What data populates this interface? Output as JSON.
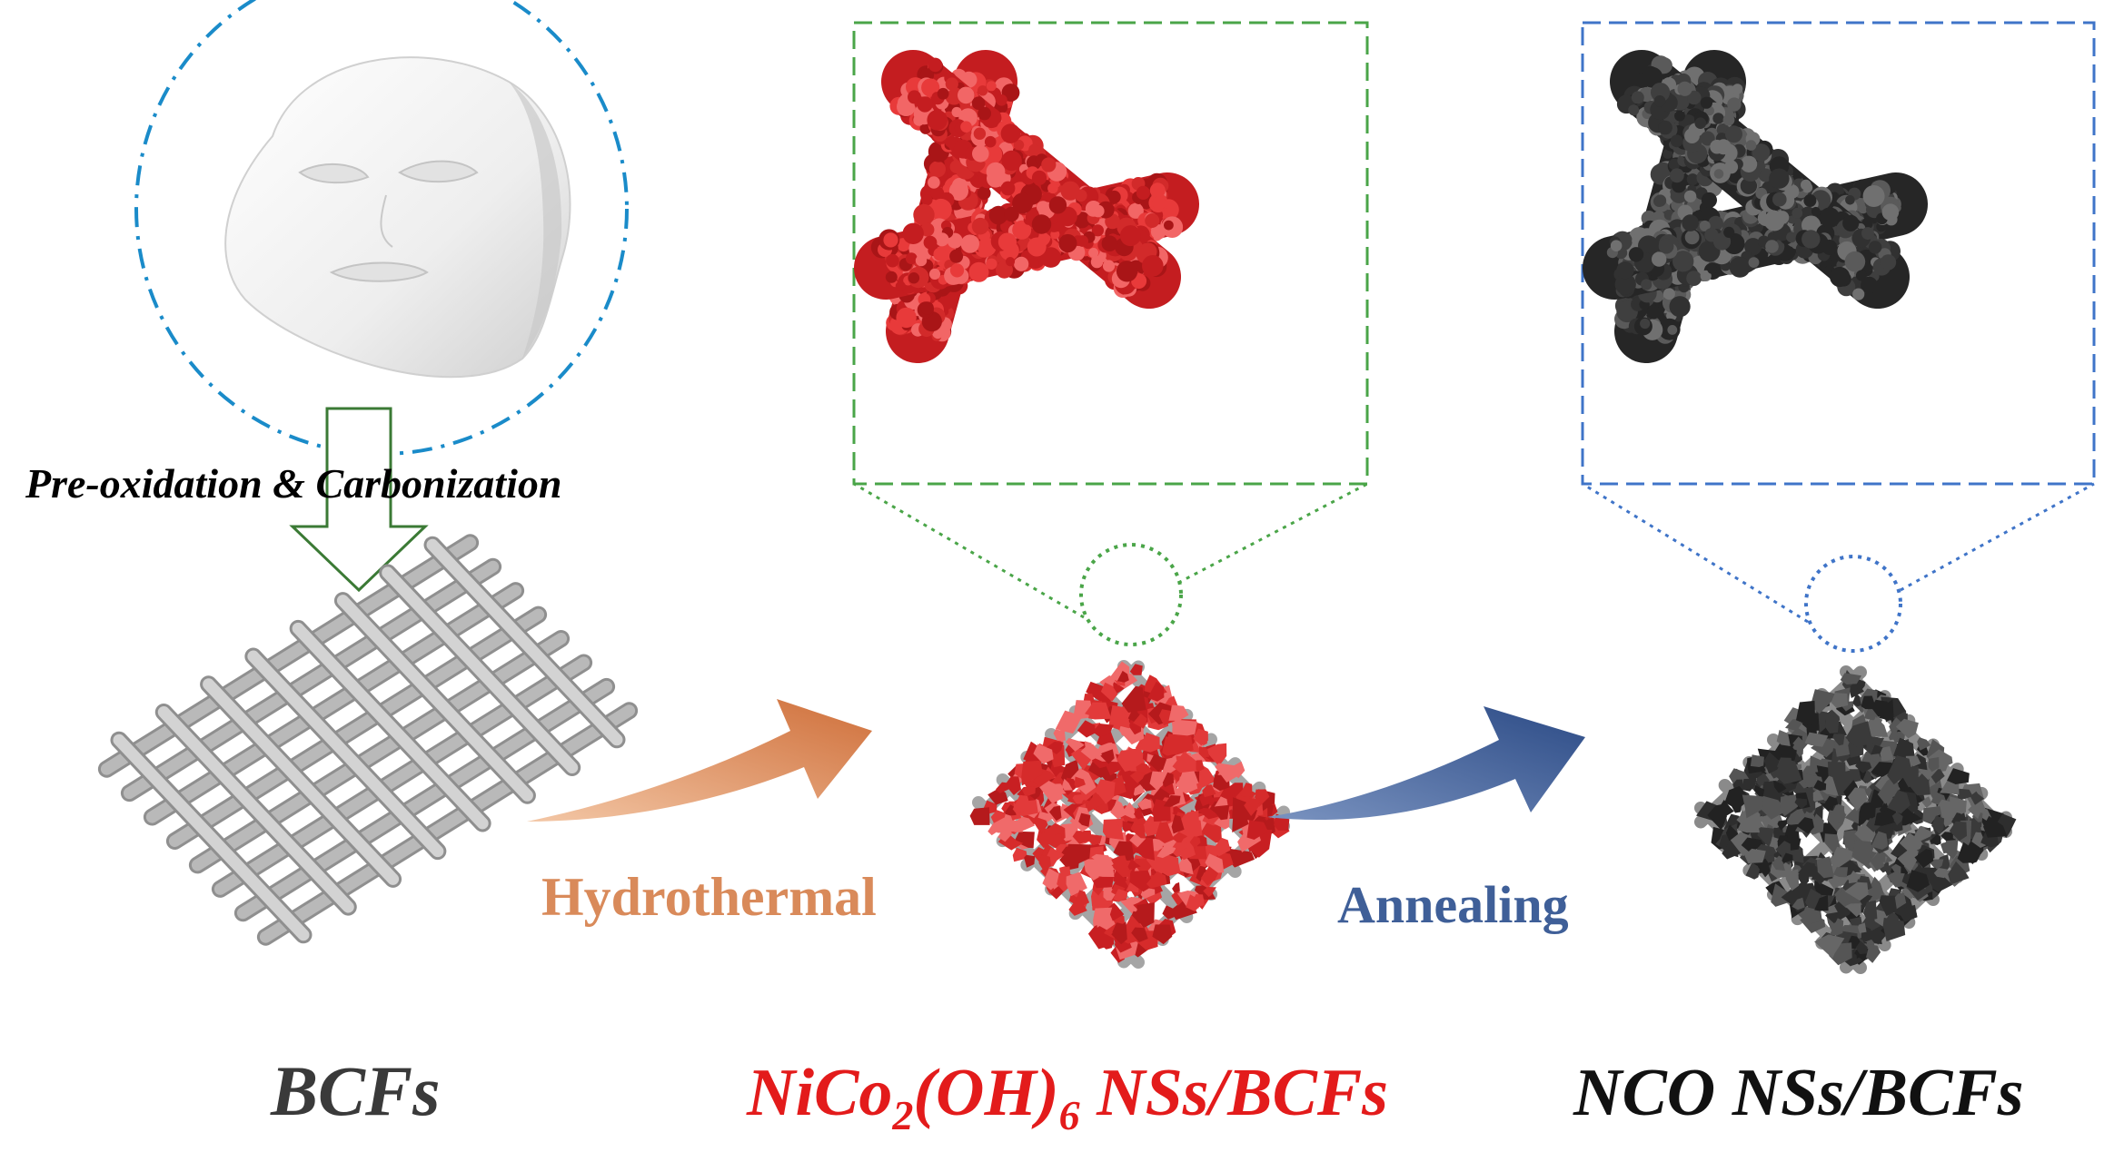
{
  "steps": {
    "step1": "Pre-oxidation & Carbonization",
    "step2": "Hydrothermal",
    "step3": "Annealing"
  },
  "labels": {
    "bcf": "BCFs",
    "nico_prefix": "NiCo",
    "nico_sub1": "2",
    "nico_mid": "(OH)",
    "nico_sub2": "6",
    "nico_suffix": " NSs/BCFs",
    "nco": "NCO NSs/BCFs"
  },
  "colors": {
    "bcf_fiber": "#b9b9b9",
    "nico_red": "#dd2b2b",
    "nco_dark": "#3a3a3a",
    "hydrothermal_arrow": "#d98a5a",
    "annealing_arrow": "#3f5f98",
    "green_frame": "#4aa548",
    "blue_frame": "#3f74c8",
    "mask_circle": "#1a8bc9"
  }
}
